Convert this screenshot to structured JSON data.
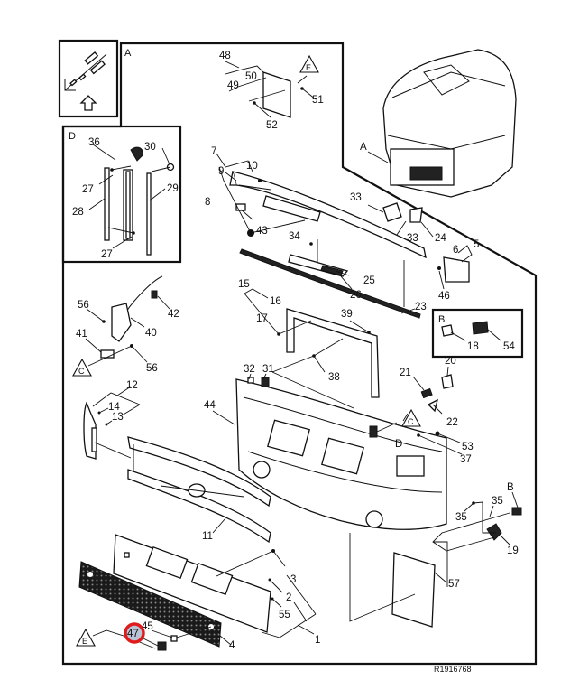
{
  "diagram": {
    "title": "Front grille / front panel assembly exploded parts view",
    "reference_code": "R1916768",
    "highlight_color": "#e01b1b",
    "highlighted_part": "47",
    "inset_boxes": {
      "orientation": {
        "icon": "up-arrow-orientation-icon"
      },
      "A": {
        "label": "A"
      },
      "D": {
        "label": "D"
      },
      "B": {
        "label": "B"
      }
    },
    "callout_markers": {
      "A_on_cab": "A",
      "B_right": "B",
      "C_left": "C",
      "C_right": "C",
      "D_right": "D",
      "E_top": "E",
      "E_bottom": "E"
    },
    "part_labels": {
      "p1": "1",
      "p2": "2",
      "p3": "3",
      "p4": "4",
      "p5": "5",
      "p6": "6",
      "p7": "7",
      "p8": "8",
      "p9": "9",
      "p10": "10",
      "p11": "11",
      "p12": "12",
      "p13": "13",
      "p14": "14",
      "p15": "15",
      "p16": "16",
      "p17": "17",
      "p18": "18",
      "p19": "19",
      "p20": "20",
      "p21": "21",
      "p22": "22",
      "p23": "23",
      "p24": "24",
      "p25": "25",
      "p26": "26",
      "p27a": "27",
      "p27b": "27",
      "p28": "28",
      "p29": "29",
      "p30": "30",
      "p31": "31",
      "p32": "32",
      "p33a": "33",
      "p33b": "33",
      "p34": "34",
      "p35a": "35",
      "p35b": "35",
      "p36": "36",
      "p37": "37",
      "p38": "38",
      "p39": "39",
      "p40": "40",
      "p41": "41",
      "p42": "42",
      "p43": "43",
      "p44": "44",
      "p45": "45",
      "p46": "46",
      "p47": "47",
      "p48": "48",
      "p49": "49",
      "p50": "50",
      "p51": "51",
      "p52": "52",
      "p53": "53",
      "p54": "54",
      "p55": "55",
      "p56a": "56",
      "p56b": "56",
      "p57": "57"
    }
  }
}
